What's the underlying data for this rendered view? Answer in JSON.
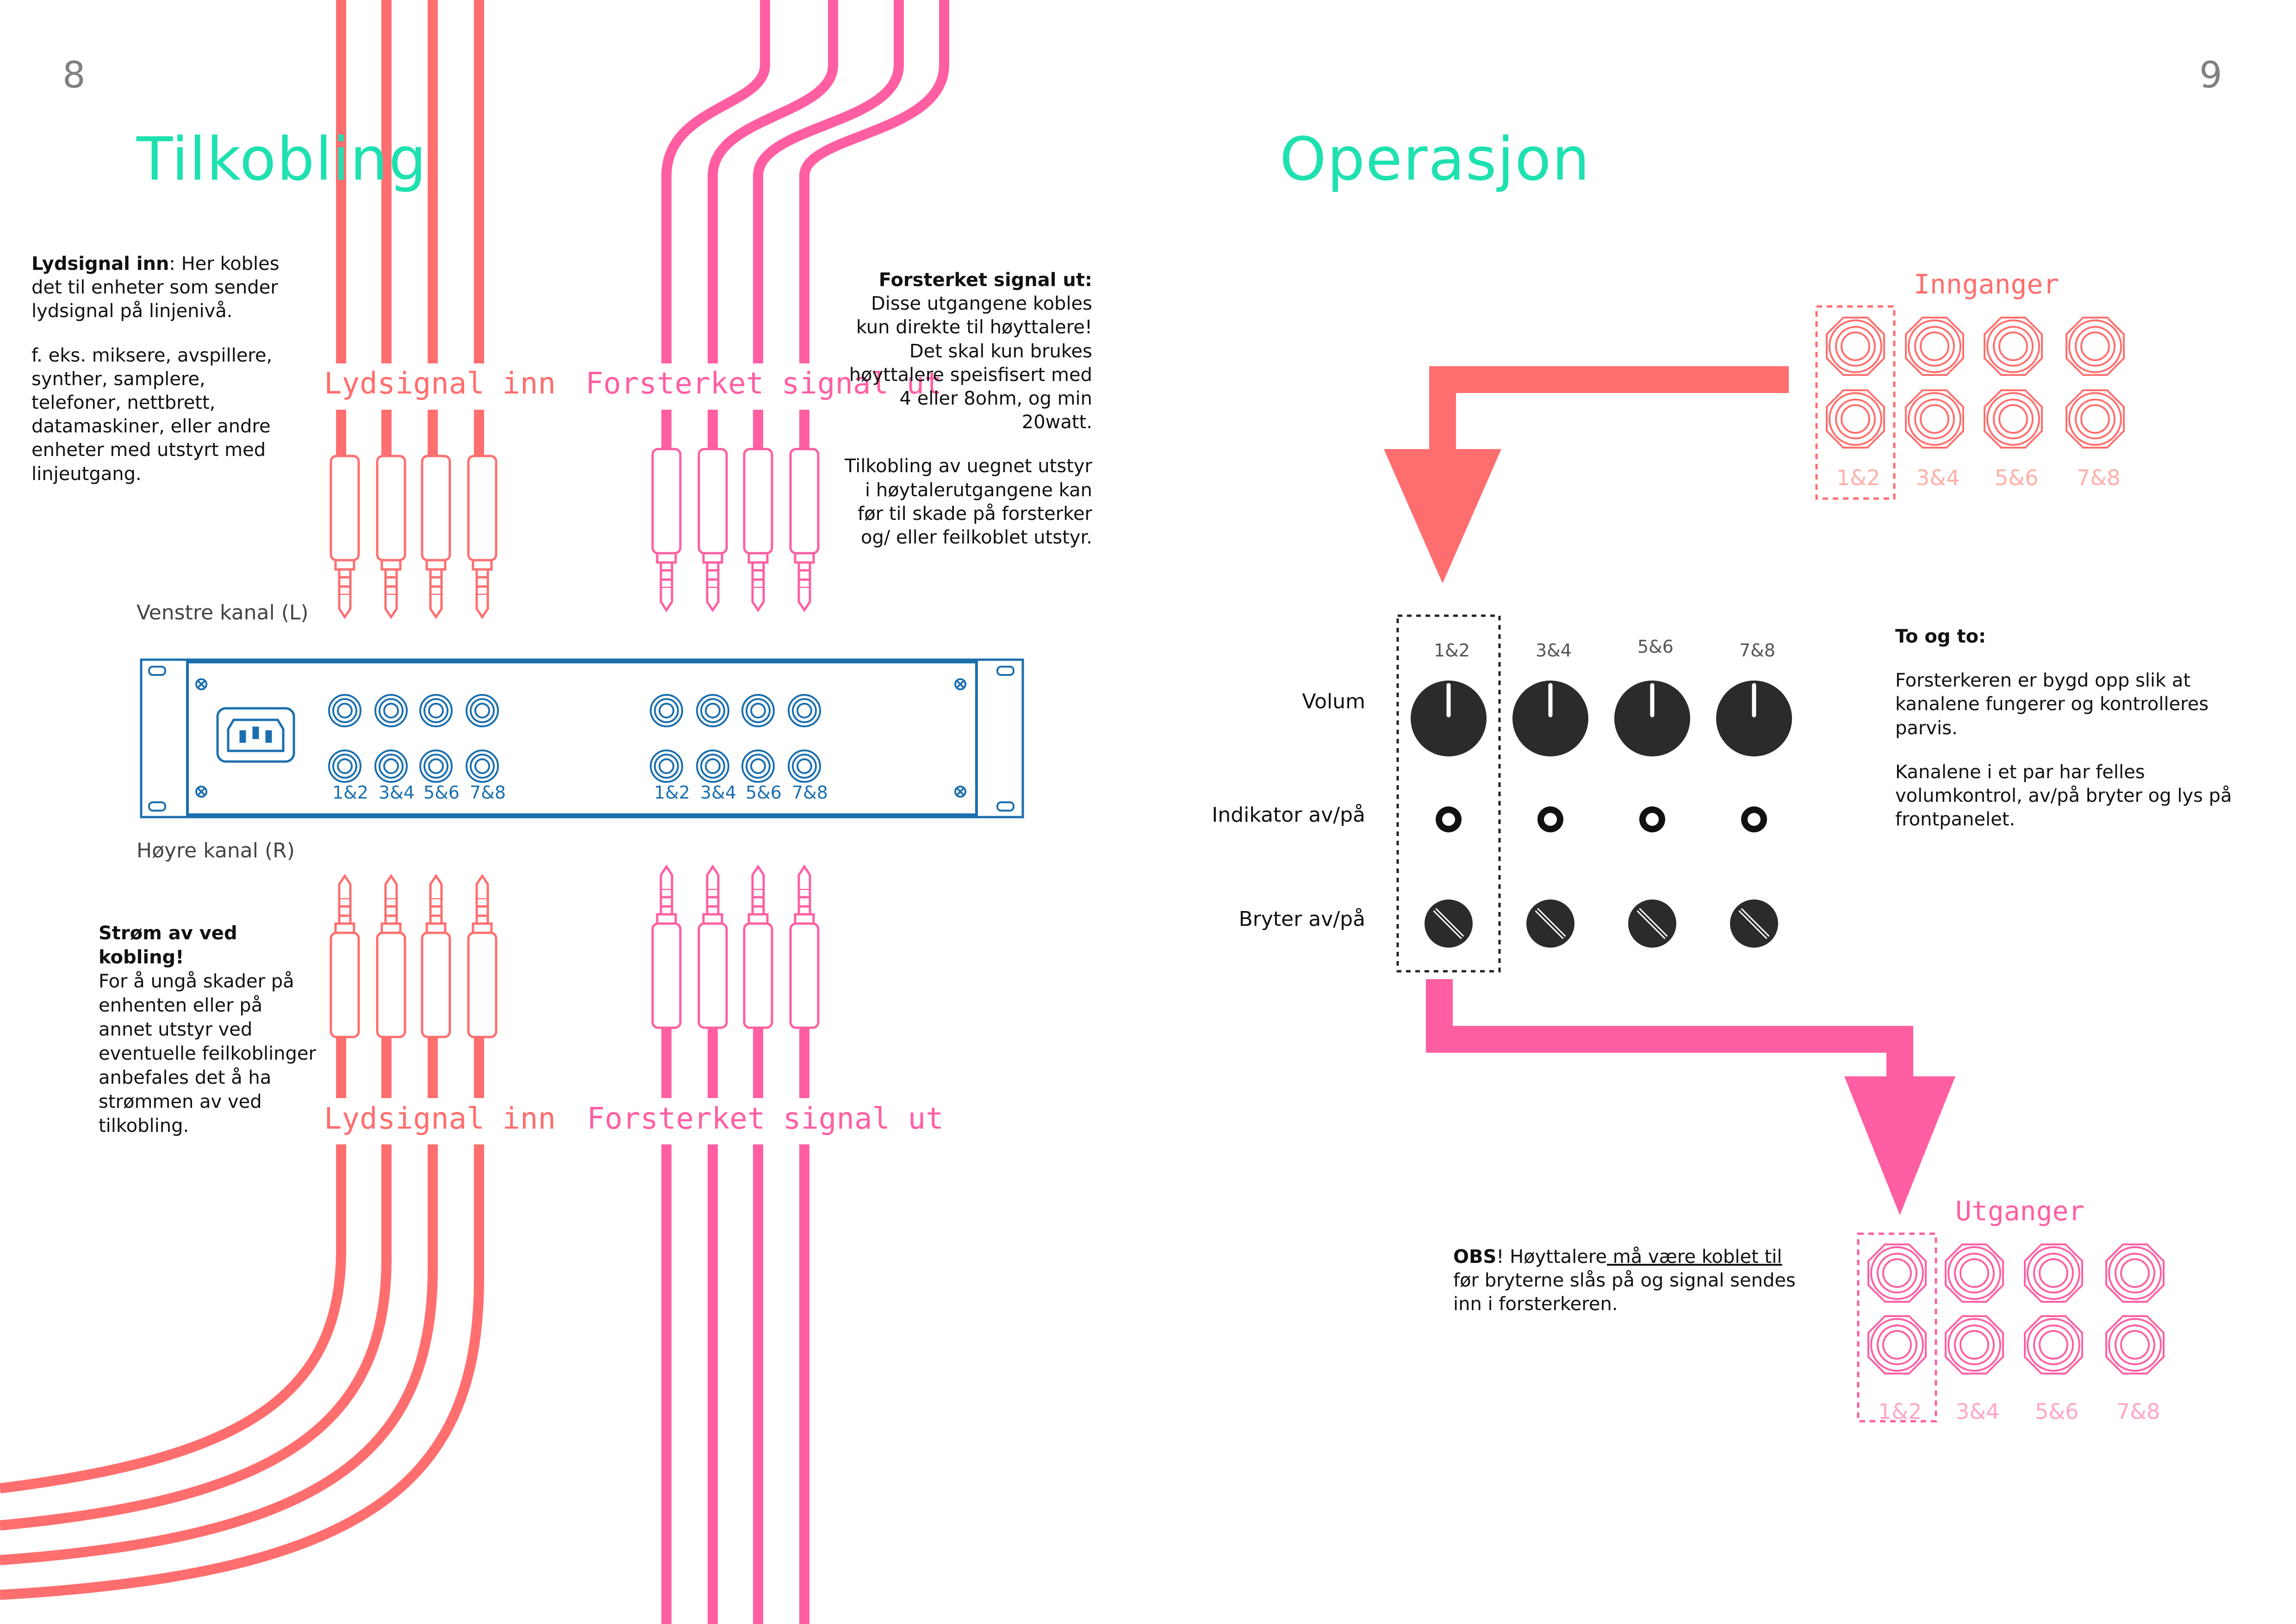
{
  "colors": {
    "coral": "#ff6e6e",
    "pink": "#ff5fa2",
    "mint": "#1ee1b0",
    "blue": "#1b6fae",
    "dark": "#2b2b2b"
  },
  "page_left": {
    "number": "8",
    "title": "Tilkobling"
  },
  "page_right": {
    "number": "9",
    "title": "Operasjon"
  },
  "cables": {
    "input_label_top": "Lydsignal inn",
    "output_label_top": "Forsterket signal ut",
    "input_label_bottom": "Lydsignal inn",
    "output_label_bottom": "Forsterket signal ut"
  },
  "channels": {
    "left": "Venstre kanal (L)",
    "right": "Høyre kanal (R)"
  },
  "rack": {
    "pairs": [
      "1&2",
      "3&4",
      "5&6",
      "7&8"
    ],
    "icons": [
      "power-inlet-icon",
      "screw-icon",
      "jack-icon"
    ]
  },
  "notes": {
    "input_bold": "Lydsignal inn",
    "input_text_1": ": Her kobles det til enheter som sender lydsignal på linjenivå.",
    "input_text_2": "f. eks. miksere, avspillere, synther, samplere, telefoner, nettbrett, datamaskiner, eller andre enheter med utstyrt med linjeutgang.",
    "output_bold": "Forsterket signal ut:",
    "output_text_1": " Disse utgangene kobles kun direkte til høyttalere! Det skal kun brukes høyttalere speisfisert med 4 eller 8ohm, og min 20watt.",
    "output_text_2": "Tilkobling av uegnet utstyr i høytalerutgangene  kan før til skade på forsterker og/ eller feilkoblet utstyr.",
    "power_bold": "Strøm av ved kobling!",
    "power_text": "For å ungå skader på enhenten eller på annet utstyr ved eventuelle feilkoblinger anbefales det å ha strømmen av ved tilkobling."
  },
  "operation": {
    "inputs_title": "Innganger",
    "outputs_title": "Utganger",
    "pairs": [
      "1&2",
      "3&4",
      "5&6",
      "7&8"
    ],
    "panel_pairs": [
      "1&2",
      "3&4",
      "5&6",
      "7&8"
    ],
    "row_labels": {
      "volume": "Volum",
      "indicator": "Indikator av/på",
      "switch": "Bryter av/på"
    },
    "pairs_note_title": "To og to:",
    "pairs_note_1": "Forsterkeren er bygd opp slik at kanalene fungerer og kontrolleres parvis.",
    "pairs_note_2": "Kanalene i et par har felles volumkontrol, av/på bryter og lys på frontpanelet.",
    "obs_bold": "OBS",
    "obs_pre": "! Høyttalere",
    "obs_underlined": " må være koblet til",
    "obs_post": " før bryterne slås på og signal sendes inn i forsterkeren."
  }
}
